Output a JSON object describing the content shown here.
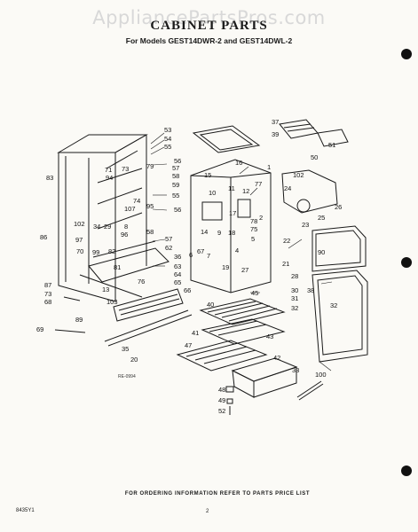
{
  "watermark": "AppliancePartsPros.com",
  "title": "CABINET PARTS",
  "subtitle": "For Models GEST14DWR-2 and GEST14DWL-2",
  "footer_note": "FOR ORDERING INFORMATION REFER TO PARTS PRICE LIST",
  "figure_code": "RE-0994",
  "page_code": "8435Y1",
  "page_number": "2",
  "callouts": [
    {
      "id": "53"
    },
    {
      "id": "54"
    },
    {
      "id": "55"
    },
    {
      "id": "56"
    },
    {
      "id": "57"
    },
    {
      "id": "58"
    },
    {
      "id": "59"
    },
    {
      "id": "55b",
      "text": "55"
    },
    {
      "id": "56b",
      "text": "56"
    },
    {
      "id": "71"
    },
    {
      "id": "73"
    },
    {
      "id": "79"
    },
    {
      "id": "94"
    },
    {
      "id": "74"
    },
    {
      "id": "107"
    },
    {
      "id": "95"
    },
    {
      "id": "83"
    },
    {
      "id": "102"
    },
    {
      "id": "34"
    },
    {
      "id": "29"
    },
    {
      "id": "96"
    },
    {
      "id": "97"
    },
    {
      "id": "8"
    },
    {
      "id": "70"
    },
    {
      "id": "99"
    },
    {
      "id": "82"
    },
    {
      "id": "86"
    },
    {
      "id": "81"
    },
    {
      "id": "76"
    },
    {
      "id": "87"
    },
    {
      "id": "73b",
      "text": "73"
    },
    {
      "id": "68"
    },
    {
      "id": "89"
    },
    {
      "id": "13"
    },
    {
      "id": "103"
    },
    {
      "id": "69"
    },
    {
      "id": "65"
    },
    {
      "id": "63"
    },
    {
      "id": "64"
    },
    {
      "id": "62"
    },
    {
      "id": "36"
    },
    {
      "id": "58b",
      "text": "58"
    },
    {
      "id": "57b",
      "text": "57"
    },
    {
      "id": "66"
    },
    {
      "id": "35"
    },
    {
      "id": "20"
    },
    {
      "id": "15"
    },
    {
      "id": "16"
    },
    {
      "id": "1"
    },
    {
      "id": "11"
    },
    {
      "id": "10"
    },
    {
      "id": "12"
    },
    {
      "id": "77"
    },
    {
      "id": "17"
    },
    {
      "id": "14"
    },
    {
      "id": "78"
    },
    {
      "id": "75"
    },
    {
      "id": "18"
    },
    {
      "id": "9"
    },
    {
      "id": "2"
    },
    {
      "id": "5"
    },
    {
      "id": "4"
    },
    {
      "id": "6"
    },
    {
      "id": "67"
    },
    {
      "id": "7"
    },
    {
      "id": "19"
    },
    {
      "id": "27"
    },
    {
      "id": "21"
    },
    {
      "id": "45"
    },
    {
      "id": "37"
    },
    {
      "id": "39"
    },
    {
      "id": "51"
    },
    {
      "id": "50"
    },
    {
      "id": "102b",
      "text": "102"
    },
    {
      "id": "24"
    },
    {
      "id": "26"
    },
    {
      "id": "23"
    },
    {
      "id": "25"
    },
    {
      "id": "22"
    },
    {
      "id": "90"
    },
    {
      "id": "28"
    },
    {
      "id": "30"
    },
    {
      "id": "31"
    },
    {
      "id": "38"
    },
    {
      "id": "32"
    },
    {
      "id": "32b",
      "text": "32"
    },
    {
      "id": "40"
    },
    {
      "id": "41"
    },
    {
      "id": "43"
    },
    {
      "id": "47"
    },
    {
      "id": "42"
    },
    {
      "id": "33"
    },
    {
      "id": "100"
    },
    {
      "id": "48"
    },
    {
      "id": "49"
    },
    {
      "id": "52"
    }
  ]
}
